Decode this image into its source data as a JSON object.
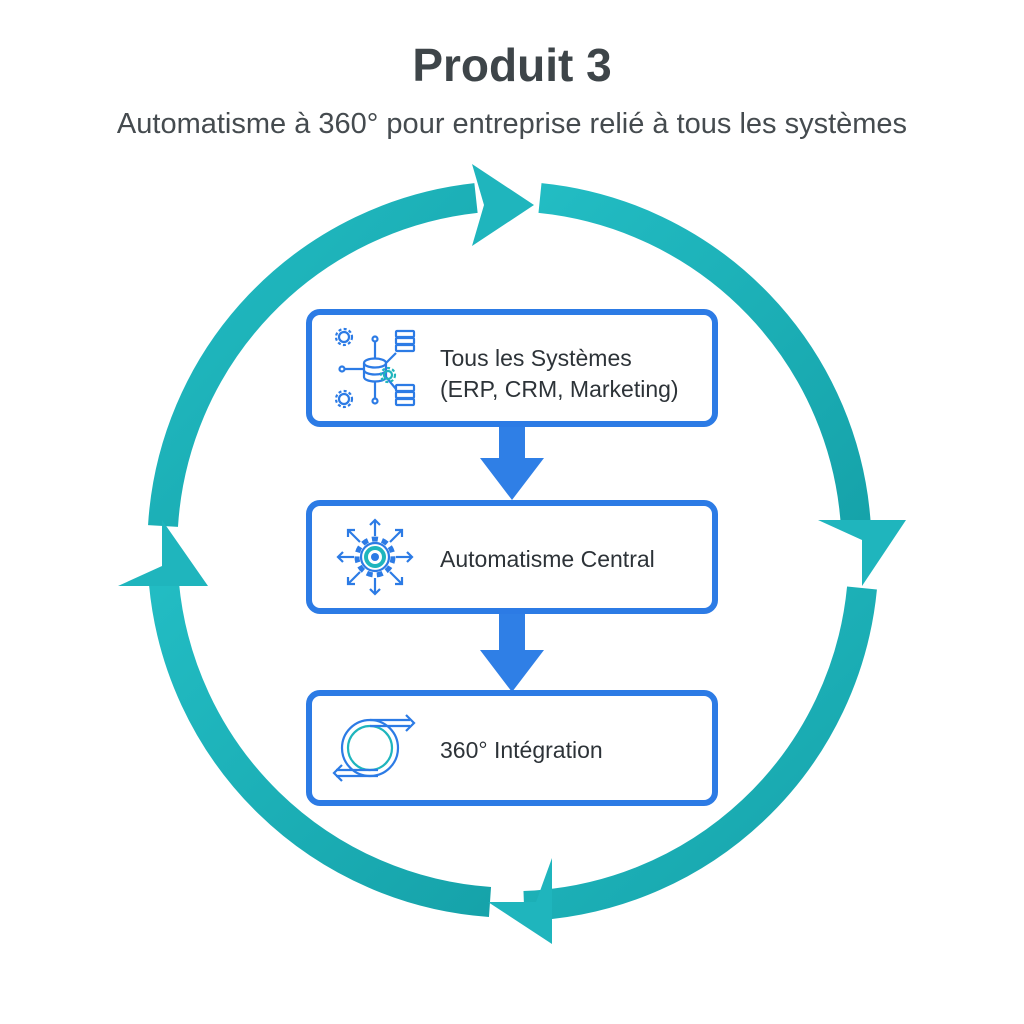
{
  "header": {
    "title": "Produit 3",
    "subtitle": "Automatisme à 360° pour entreprise relié à tous les systèmes"
  },
  "flow": {
    "boxes": [
      {
        "line1": "Tous les Systèmes",
        "line2": "(ERP, CRM, Marketing)",
        "icon": "database-network-icon"
      },
      {
        "line1": "Automatisme Central",
        "icon": "gear-hub-icon"
      },
      {
        "line1": "360° Intégration",
        "icon": "cycle-arrows-icon"
      }
    ]
  },
  "colors": {
    "cycle": "#1fb5bd",
    "cycle_dark": "#17989f",
    "box_border": "#2c7be5",
    "arrow": "#2f7fe6",
    "text": "#2d3338",
    "title": "#3e4549"
  }
}
